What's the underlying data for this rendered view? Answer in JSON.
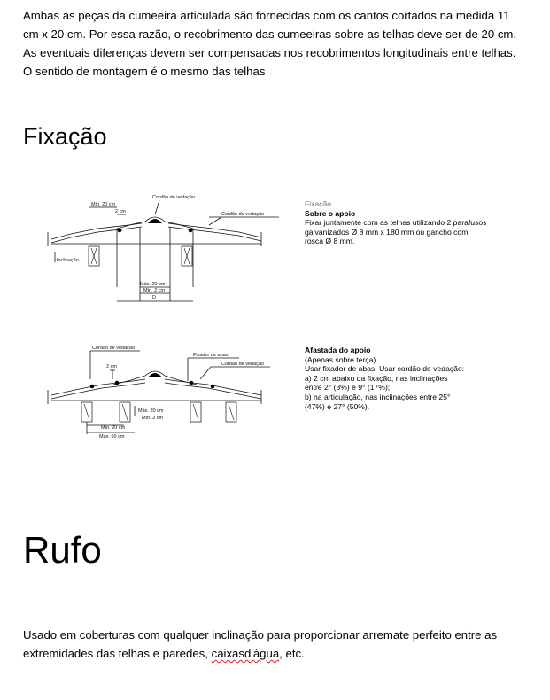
{
  "intro": {
    "lines": [
      "Ambas as peças da cumeeira articulada são fornecidas com os cantos cortados na medida 11",
      "cm x 20 cm. Por essa razão, o recobrimento das cumeeiras sobre as telhas deve ser de 20 cm.",
      "As eventuais diferenças devem ser compensadas nos recobrimentos longitudinais entre telhas.",
      "O sentido de montagem é o mesmo das telhas"
    ]
  },
  "fixacao": {
    "heading": "Fixação",
    "diagram1": {
      "labels": {
        "cordao_top": "Cordão de vedação",
        "min20": "Mín. 20 cm",
        "two_cm": "2 cm",
        "cordao_right": "Cordão de vedação",
        "inclinacao": "Inclinação",
        "max20": "Máx. 20 cm",
        "min2": "Mín. 2 cm",
        "d": "D"
      },
      "desc": {
        "title": "Fixação",
        "subtitle": "Sobre o apoio",
        "lines": [
          "Fixar juntamente com as telhas utilizando 2 parafusos",
          "galvanizados Ø 8 mm x 180 mm ou gancho com",
          "rosca Ø 8 mm."
        ]
      }
    },
    "diagram2": {
      "labels": {
        "cordao_left": "Cordão de vedação",
        "fixador": "Fixador de abas",
        "cordao_right": "Cordão de vedação",
        "two_cm": "2 cm",
        "max20": "Máx. 20 cm",
        "min2": "Mín. 2 cm",
        "min20": "Mín. 20 cm",
        "max60": "Máx. 60 cm"
      },
      "desc": {
        "title": "Afastada do apoio",
        "lines": [
          "(Apenas sobre terça)",
          "Usar fixador de abas. Usar cordão de vedação:",
          "a) 2 cm abaixo da fixação, nas inclinações",
          "entre 2° (3%) e 9° (17%);",
          "b) na articulação, nas inclinações entre 25°",
          "(47%) e 27° (50%)."
        ]
      }
    }
  },
  "rufo": {
    "heading": "Rufo",
    "text_before": "Usado em coberturas com qualquer inclinação para proporcionar arremate perfeito entre as",
    "text_line2_a": "extremidades das telhas e paredes, ",
    "text_misspelled": "caixasd'água",
    "text_line2_b": ", etc."
  }
}
